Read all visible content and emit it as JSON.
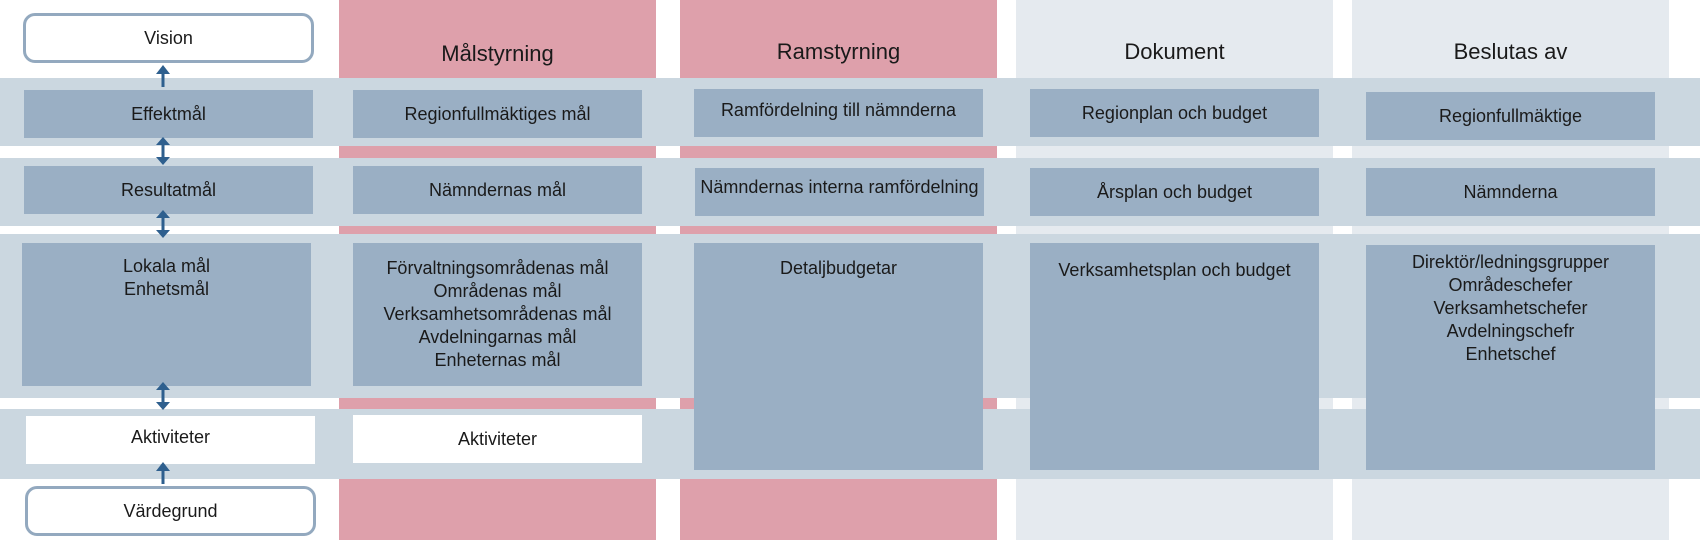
{
  "headers": {
    "malstyrning": "Målstyrning",
    "ramstyrning": "Ramstyrning",
    "dokument": "Dokument",
    "beslutas_av": "Beslutas av"
  },
  "levels": {
    "vision": "Vision",
    "effektmal": "Effektmål",
    "resultatmal": "Resultatmål",
    "lokala": [
      "Lokala mål",
      "Enhetsmål"
    ],
    "aktiviteter": "Aktiviteter",
    "vardegrund": "Värdegrund"
  },
  "malstyrning": {
    "row1": "Regionfullmäktiges mål",
    "row2": "Nämndernas mål",
    "row3": [
      "Förvaltningsområdenas mål",
      "Områdenas mål",
      "Verksamhetsområdenas mål",
      "Avdelningarnas mål",
      "Enheternas mål"
    ],
    "row4": "Aktiviteter"
  },
  "ramstyrning": {
    "row1": "Ramfördelning till nämnderna",
    "row2": "Nämndernas interna ramfördelning",
    "row3": "Detaljbudgetar"
  },
  "dokument": {
    "row1": "Regionplan och budget",
    "row2": "Årsplan och budget",
    "row3": "Verksamhetsplan och budget"
  },
  "beslutas_av": {
    "row1": "Regionfullmäktige",
    "row2": "Nämnderna",
    "row3": [
      "Direktör/ledningsgrupper",
      "Områdeschefer",
      "Verksamhetschefer",
      "Avdelningschefr",
      "Enhetschef"
    ]
  },
  "colors": {
    "pink_column": "#dea0ab",
    "grey_column": "#e5eaef",
    "band": "#cbd7e0",
    "box": "#9aafc4",
    "arrow": "#2e5f8e"
  }
}
